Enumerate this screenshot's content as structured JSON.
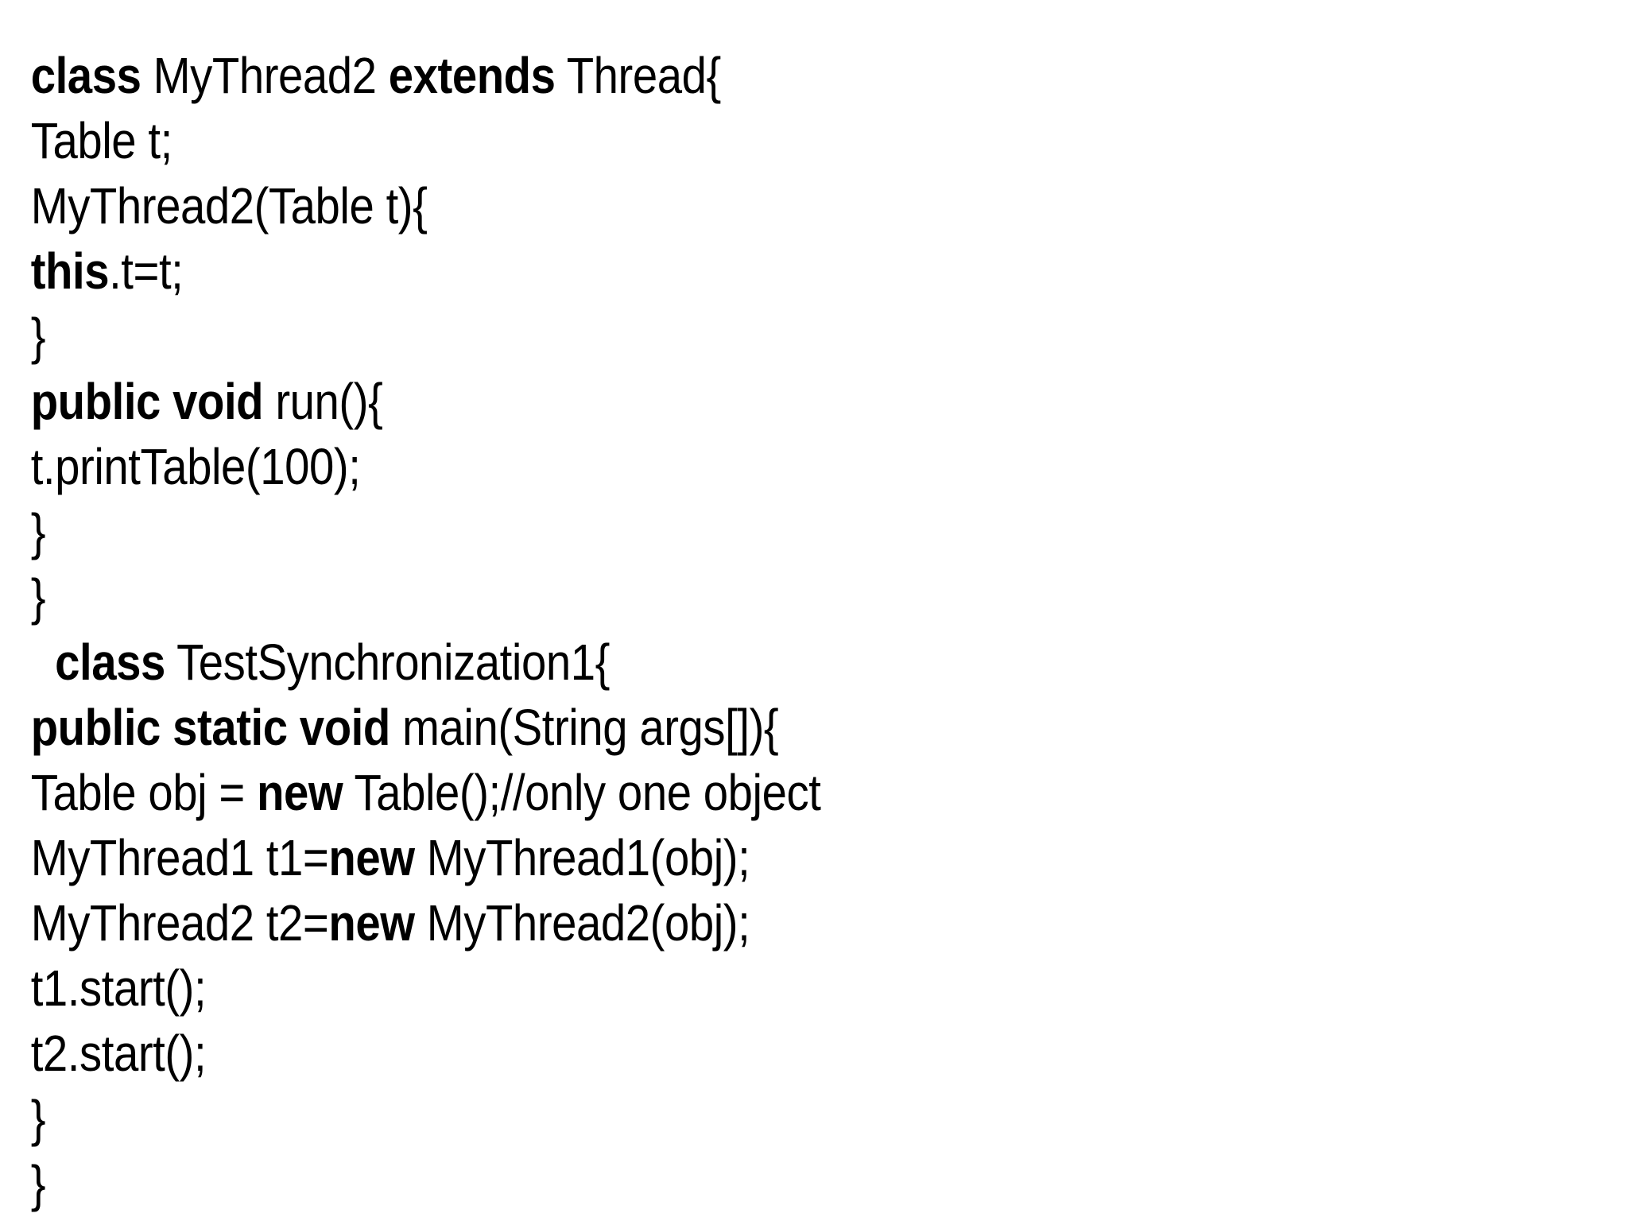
{
  "page": {
    "background_color": "#ffffff",
    "text_color": "#000000",
    "description": "Java code snippet slide - thread synchronization example"
  },
  "code": {
    "language": "java",
    "lines": [
      {
        "segments": [
          {
            "text": "class",
            "bold": true
          },
          {
            "text": " MyThread2 ",
            "bold": false
          },
          {
            "text": "extends",
            "bold": true
          },
          {
            "text": " Thread{",
            "bold": false
          }
        ]
      },
      {
        "segments": [
          {
            "text": "Table t;",
            "bold": false
          }
        ]
      },
      {
        "segments": [
          {
            "text": "MyThread2(Table t){",
            "bold": false
          }
        ]
      },
      {
        "segments": [
          {
            "text": "this",
            "bold": true
          },
          {
            "text": ".t=t;",
            "bold": false
          }
        ]
      },
      {
        "segments": [
          {
            "text": "}",
            "bold": false
          }
        ]
      },
      {
        "segments": [
          {
            "text": "public void",
            "bold": true
          },
          {
            "text": " run(){",
            "bold": false
          }
        ]
      },
      {
        "segments": [
          {
            "text": "t.printTable(100);",
            "bold": false
          }
        ]
      },
      {
        "segments": [
          {
            "text": "}",
            "bold": false
          }
        ]
      },
      {
        "segments": [
          {
            "text": "}",
            "bold": false
          }
        ]
      },
      {
        "segments": [
          {
            "text": "  ",
            "bold": false
          },
          {
            "text": "class",
            "bold": true
          },
          {
            "text": " TestSynchronization1{",
            "bold": false
          }
        ]
      },
      {
        "segments": [
          {
            "text": "public static void",
            "bold": true
          },
          {
            "text": " main(String args[]){",
            "bold": false
          }
        ]
      },
      {
        "segments": [
          {
            "text": "Table obj = ",
            "bold": false
          },
          {
            "text": "new",
            "bold": true
          },
          {
            "text": " Table();//only one object",
            "bold": false
          }
        ]
      },
      {
        "segments": [
          {
            "text": "MyThread1 t1=",
            "bold": false
          },
          {
            "text": "new",
            "bold": true
          },
          {
            "text": " MyThread1(obj);",
            "bold": false
          }
        ]
      },
      {
        "segments": [
          {
            "text": "MyThread2 t2=",
            "bold": false
          },
          {
            "text": "new",
            "bold": true
          },
          {
            "text": " MyThread2(obj);",
            "bold": false
          }
        ]
      },
      {
        "segments": [
          {
            "text": "t1.start();",
            "bold": false
          }
        ]
      },
      {
        "segments": [
          {
            "text": "t2.start();",
            "bold": false
          }
        ]
      },
      {
        "segments": [
          {
            "text": "}",
            "bold": false
          }
        ]
      },
      {
        "segments": [
          {
            "text": "}",
            "bold": false
          }
        ]
      }
    ]
  }
}
